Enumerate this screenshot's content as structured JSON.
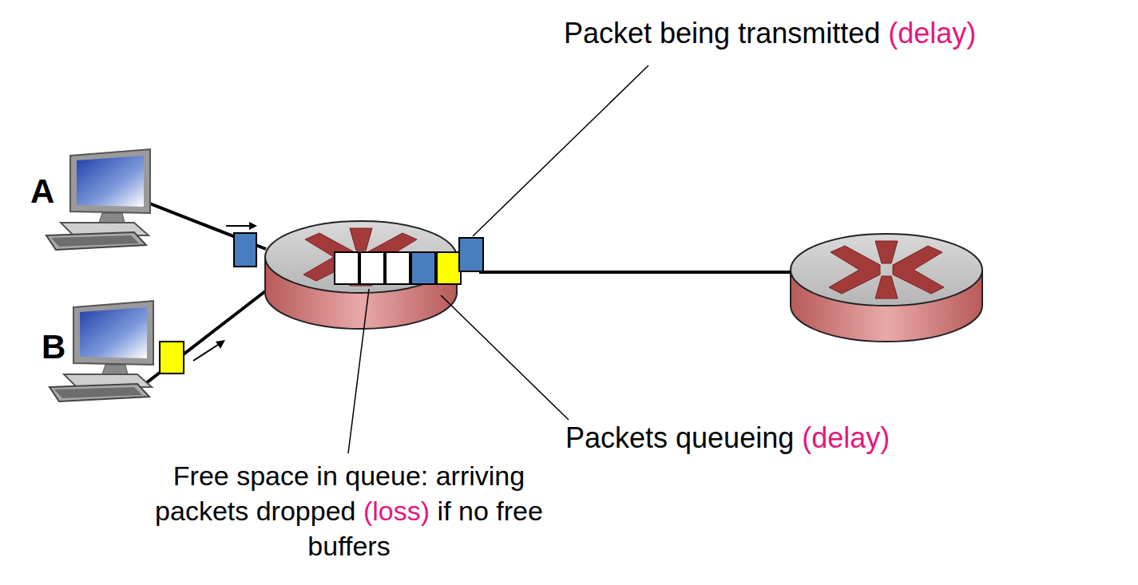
{
  "diagram": {
    "labels": [
      "A",
      "B",
      "Packet being transmitted",
      "(delay)",
      "Packets queueing",
      "(delay)",
      "Free space in queue: arriving packets dropped",
      "(loss)",
      "if no free buffers"
    ]
  }
}
